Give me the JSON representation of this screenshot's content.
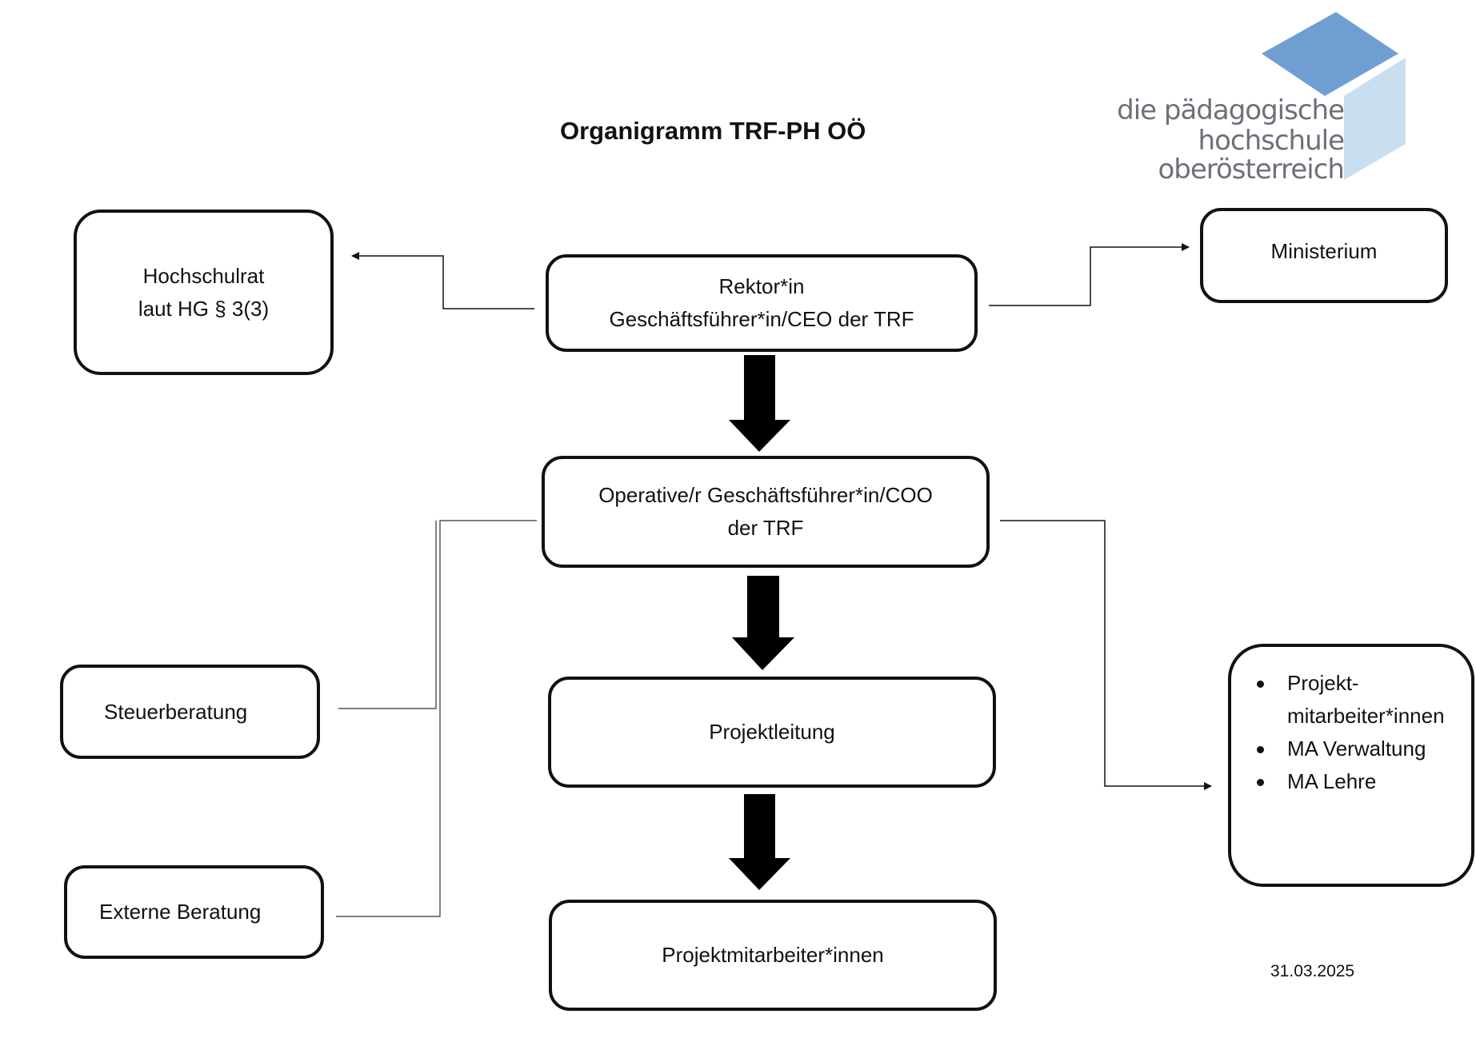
{
  "title": "Organigramm TRF-PH OÖ",
  "logo": {
    "line1": "die pädagogische",
    "line2": "hochschule",
    "line3": "oberösterreich",
    "colors": {
      "top": "#6f9fd2",
      "side": "#c9dff0",
      "text": "#6d7078"
    }
  },
  "boxes": {
    "rector": {
      "line1": "Rektor*in",
      "line2": "Geschäftsführer*in/CEO der TRF"
    },
    "council": {
      "line1": "Hochschulrat",
      "line2": "laut HG § 3(3)"
    },
    "ministry": {
      "label": "Ministerium"
    },
    "coo": {
      "line1": "Operative/r Geschäftsführer*in/COO",
      "line2": "der TRF"
    },
    "tax": {
      "label": "Steuerberatung"
    },
    "external": {
      "label": "Externe Beratung"
    },
    "project_lead": {
      "label": "Projektleitung"
    },
    "project_staff": {
      "label": "Projektmitarbeiter*innen"
    },
    "staff_list": {
      "items": [
        {
          "line1": "Projekt-",
          "line2": "mitarbeiter*innen"
        },
        {
          "line1": "MA Verwaltung"
        },
        {
          "line1": "MA Lehre"
        }
      ]
    }
  },
  "date": "31.03.2025"
}
